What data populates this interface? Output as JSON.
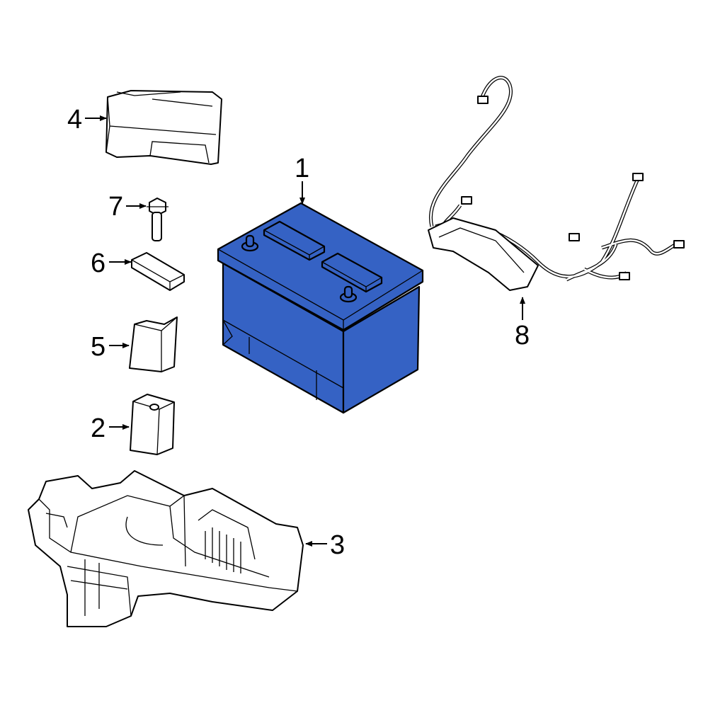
{
  "diagram": {
    "accent_color": "#3562c4",
    "callouts": [
      {
        "number": "1",
        "part": "battery"
      },
      {
        "number": "2",
        "part": "small-box-part"
      },
      {
        "number": "3",
        "part": "battery-tray"
      },
      {
        "number": "4",
        "part": "battery-cover"
      },
      {
        "number": "5",
        "part": "sleeve-part"
      },
      {
        "number": "6",
        "part": "hold-down-block"
      },
      {
        "number": "7",
        "part": "bolt"
      },
      {
        "number": "8",
        "part": "wiring-harness"
      }
    ]
  }
}
